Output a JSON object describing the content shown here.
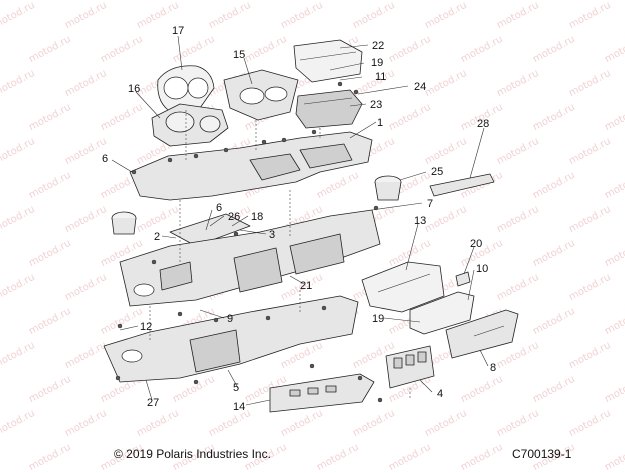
{
  "watermark": "motod.ru",
  "callouts": [
    "1",
    "2",
    "3",
    "4",
    "5",
    "6",
    "6",
    "7",
    "8",
    "9",
    "10",
    "11",
    "12",
    "13",
    "14",
    "15",
    "16",
    "17",
    "18",
    "19",
    "19",
    "20",
    "21",
    "22",
    "23",
    "24",
    "25",
    "26",
    "27",
    "28"
  ],
  "footer": {
    "copyright": "© 2019 Polaris Industries Inc.",
    "diagram_id": "C700139-1"
  },
  "colors": {
    "line": "#222222",
    "part_fill": "#e6e6e6",
    "watermark": "#f1d2d2"
  }
}
